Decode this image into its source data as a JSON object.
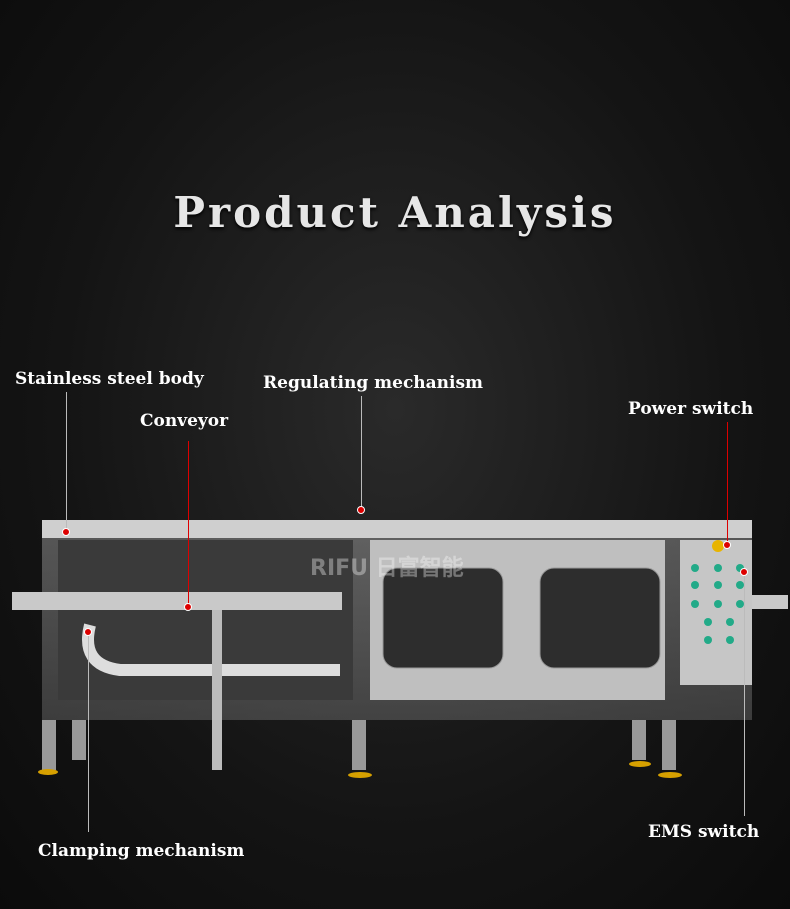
{
  "title": "Product Analysis",
  "labels": {
    "stainless": "Stainless steel body",
    "regulating": "Regulating mechanism",
    "conveyor": "Conveyor",
    "power": "Power switch",
    "ems": "EMS switch",
    "clamping": "Clamping mechanism"
  },
  "watermark": "RIFU 日富智能",
  "colors": {
    "accent": "#dd0000",
    "steel": "#b8b8b8"
  }
}
